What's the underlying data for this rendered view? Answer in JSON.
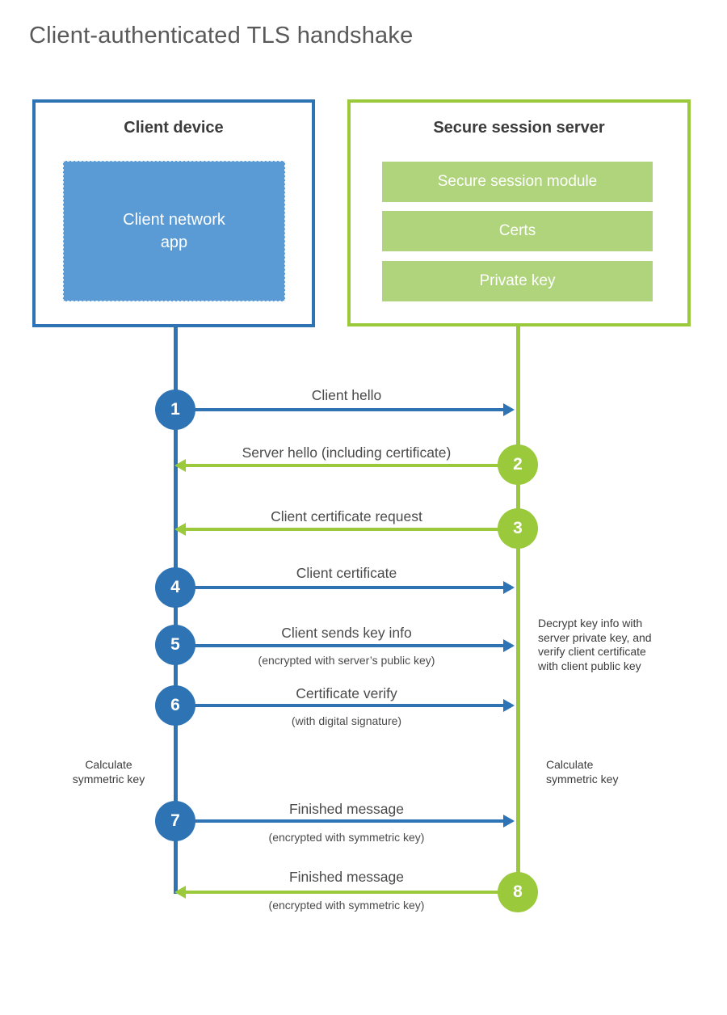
{
  "title": "Client-authenticated TLS handshake",
  "client": {
    "title": "Client device",
    "app_label": "Client network app"
  },
  "server": {
    "title": "Secure session server",
    "modules": [
      "Secure session module",
      "Certs",
      "Private key"
    ]
  },
  "steps": [
    {
      "num": "1",
      "from": "client",
      "label": "Client hello",
      "sub": ""
    },
    {
      "num": "2",
      "from": "server",
      "label": "Server hello (including certificate)",
      "sub": ""
    },
    {
      "num": "3",
      "from": "server",
      "label": "Client certificate request",
      "sub": ""
    },
    {
      "num": "4",
      "from": "client",
      "label": "Client certificate",
      "sub": ""
    },
    {
      "num": "5",
      "from": "client",
      "label": "Client sends key info",
      "sub": "(encrypted with server’s public key)"
    },
    {
      "num": "6",
      "from": "client",
      "label": "Certificate verify",
      "sub": "(with digital signature)"
    },
    {
      "num": "7",
      "from": "client",
      "label": "Finished message",
      "sub": "(encrypted with symmetric key)"
    },
    {
      "num": "8",
      "from": "server",
      "label": "Finished message",
      "sub": "(encrypted with symmetric key)"
    }
  ],
  "notes": {
    "decrypt": "Decrypt key info with server private key, and verify client certificate with client public key",
    "calc_left": "Calculate symmetric key",
    "calc_right": "Calculate symmetric key"
  },
  "colors": {
    "blue": "#2e74b5",
    "blue_fill": "#5b9bd5",
    "green": "#9ac93c",
    "green_fill": "#afd47b",
    "title": "#595959",
    "heading": "#3b3b3b",
    "label": "#4a4a4a"
  }
}
